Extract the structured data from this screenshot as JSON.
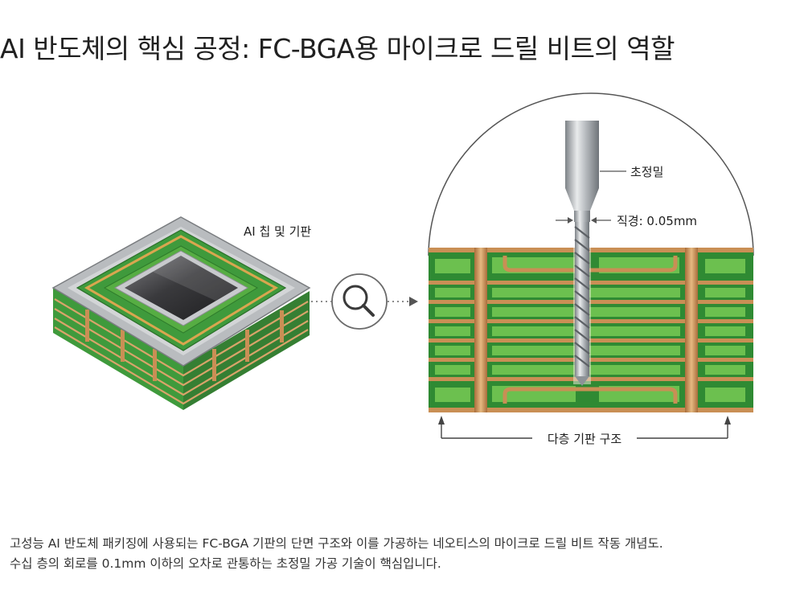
{
  "title": "AI 반도체의 핵심 공정: FC-BGA용 마이크로 드릴 비트의 역할",
  "labels": {
    "chip": "AI 칩 및 기판",
    "drill": "초정밀",
    "diameter": "직경: 0.05mm",
    "substrate": "다층 기판 구조"
  },
  "icons": {
    "zoom": "magnifier-icon"
  },
  "caption": {
    "line1": "고성능 AI 반도체 패키징에 사용되는 FC-BGA 기판의 단면 구조와 이를 가공하는 네오티스의 마이크로 드릴 비트 작동 개념도.",
    "line2": "수십 층의 회로를 0.1mm 이하의 오차로 관통하는 초정밀 가공 기술이 핵심입니다."
  },
  "colors": {
    "pcb_green": "#3f9a3c",
    "pcb_light": "#6cc04f",
    "copper": "#c98f55",
    "copper_light": "#e2b27a",
    "steel": "#9ea3a8",
    "chip_dark": "#2e2e30",
    "line": "#555555"
  }
}
